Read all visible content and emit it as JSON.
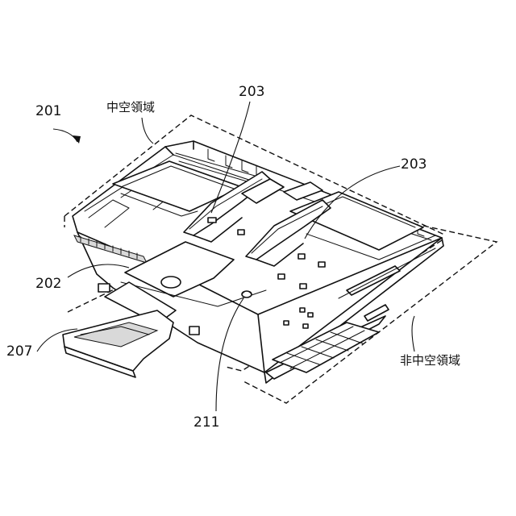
{
  "labels": {
    "assembly": "201",
    "hollow_region": "中空領域",
    "part_202": "202",
    "part_203_left": "203",
    "part_203_right": "203",
    "part_207": "207",
    "part_211": "211",
    "non_hollow_region": "非中空領域"
  }
}
